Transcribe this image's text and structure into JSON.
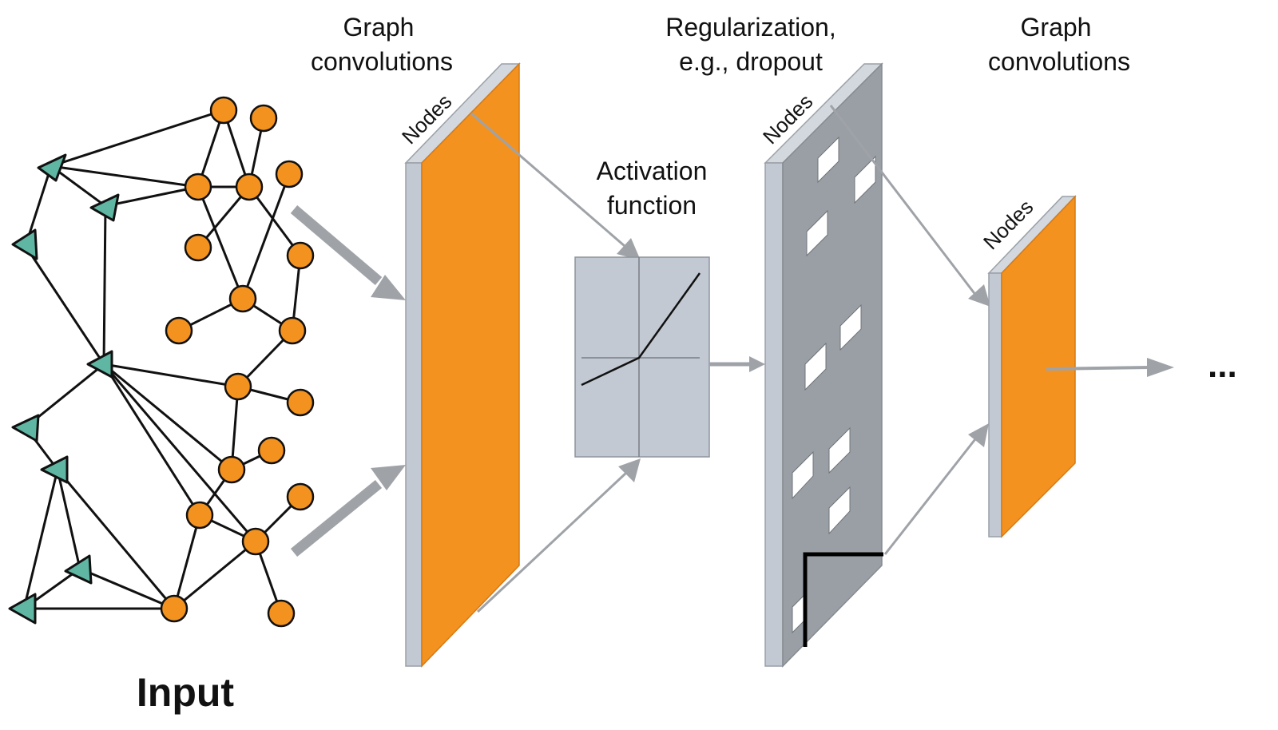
{
  "labels": {
    "graph_conv_1_line1": "Graph",
    "graph_conv_1_line2": "convolutions",
    "regularization_line1": "Regularization,",
    "regularization_line2": "e.g., dropout",
    "graph_conv_2_line1": "Graph",
    "graph_conv_2_line2": "convolutions",
    "activation_line1": "Activation",
    "activation_line2": "function",
    "nodes_1": "Nodes",
    "nodes_2": "Nodes",
    "nodes_3": "Nodes",
    "input": "Input",
    "ellipsis": "..."
  },
  "colors": {
    "orange": "#f4921f",
    "teal": "#5fb7a3",
    "panel_light": "#c3c9d2",
    "panel_dark": "#9a9fa6",
    "arrow_grey": "#9fa3a8"
  }
}
